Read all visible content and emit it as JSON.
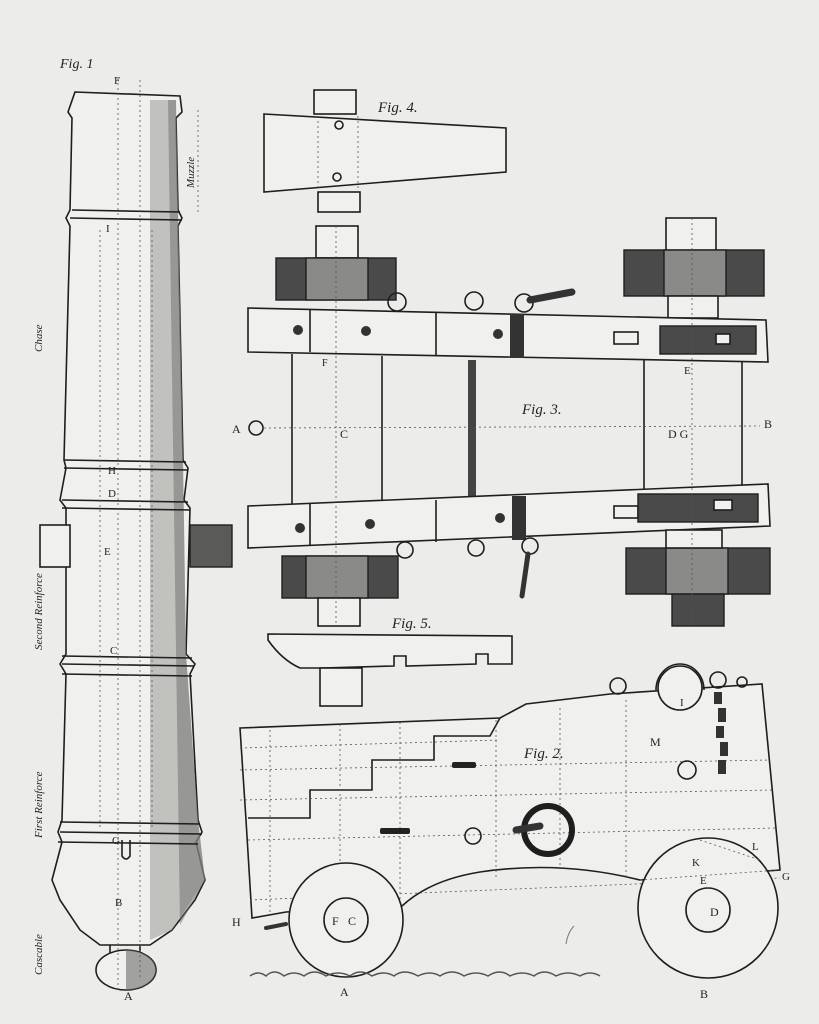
{
  "figures": {
    "fig1": {
      "title": "Fig. 1",
      "side_labels": [
        "Muzzle",
        "Chase",
        "Second Reinforce",
        "First Reinforce",
        "Cascable"
      ],
      "letters": [
        "F",
        "I",
        "H",
        "D",
        "E",
        "C",
        "G",
        "B",
        "A"
      ]
    },
    "fig4": {
      "title": "Fig. 4."
    },
    "fig3": {
      "title": "Fig. 3.",
      "letters": [
        "A",
        "C",
        "F",
        "E",
        "D G",
        "B"
      ]
    },
    "fig5": {
      "title": "Fig. 5."
    },
    "fig2": {
      "title": "Fig. 2.",
      "letters": [
        "I",
        "M",
        "L",
        "K",
        "E",
        "G",
        "D",
        "F",
        "C",
        "H",
        "A",
        "B"
      ]
    }
  },
  "colors": {
    "paper": "#ececea",
    "ink": "#1e1e1e",
    "shade": "#4a4a4a"
  }
}
